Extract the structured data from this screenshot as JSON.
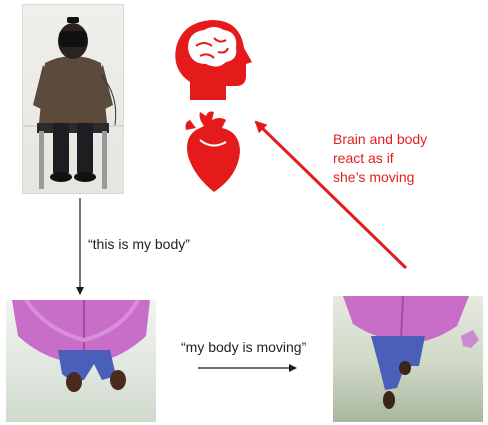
{
  "captions": {
    "this_is_my_body": "“this is my body”",
    "my_body_is_moving": "“my body is moving”",
    "reaction_lines": [
      "Brain and body",
      "react as if",
      "she’s moving"
    ]
  },
  "icons": {
    "brain": "brain-head-icon",
    "heart": "heart-icon"
  },
  "colors": {
    "accent_red": "#e51b1b",
    "arrow_black": "#1a1a1a"
  }
}
